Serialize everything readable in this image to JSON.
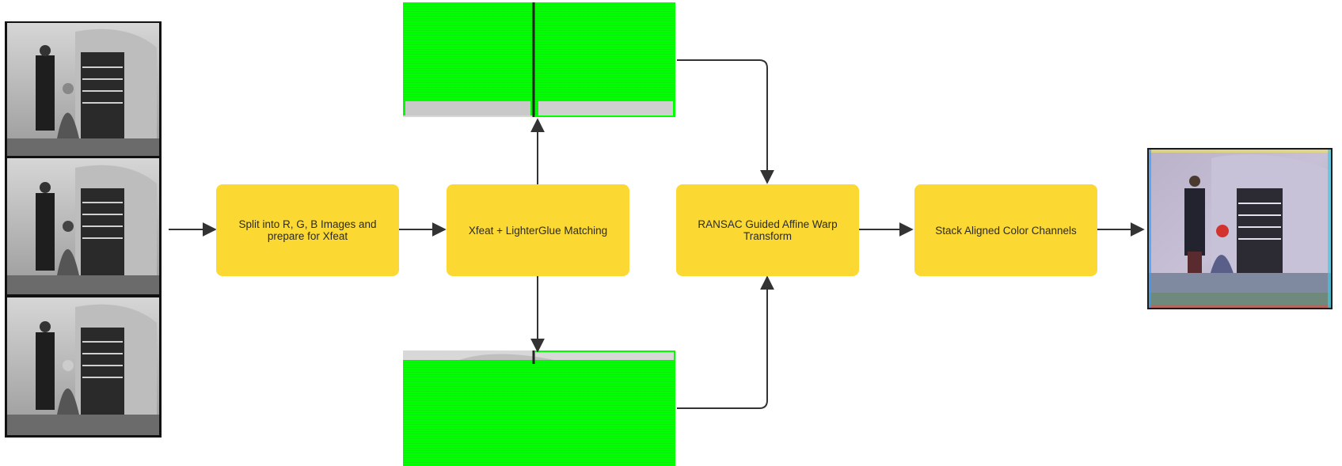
{
  "steps": {
    "split": "Split into R, G, B Images and prepare for Xfeat",
    "match": "Xfeat + LighterGlue Matching",
    "ransac": "RANSAC Guided Affine Warp Transform",
    "stack": "Stack Aligned Color Channels"
  },
  "images": {
    "input": "glass-plate-negative-three-exposures",
    "match_top": "feature-matches-visualization",
    "match_bottom": "feature-matches-visualization",
    "output": "aligned-color-photograph"
  },
  "colors": {
    "box_fill": "#fcd932",
    "arrow": "#333333",
    "match_lines": "#00ff00"
  }
}
